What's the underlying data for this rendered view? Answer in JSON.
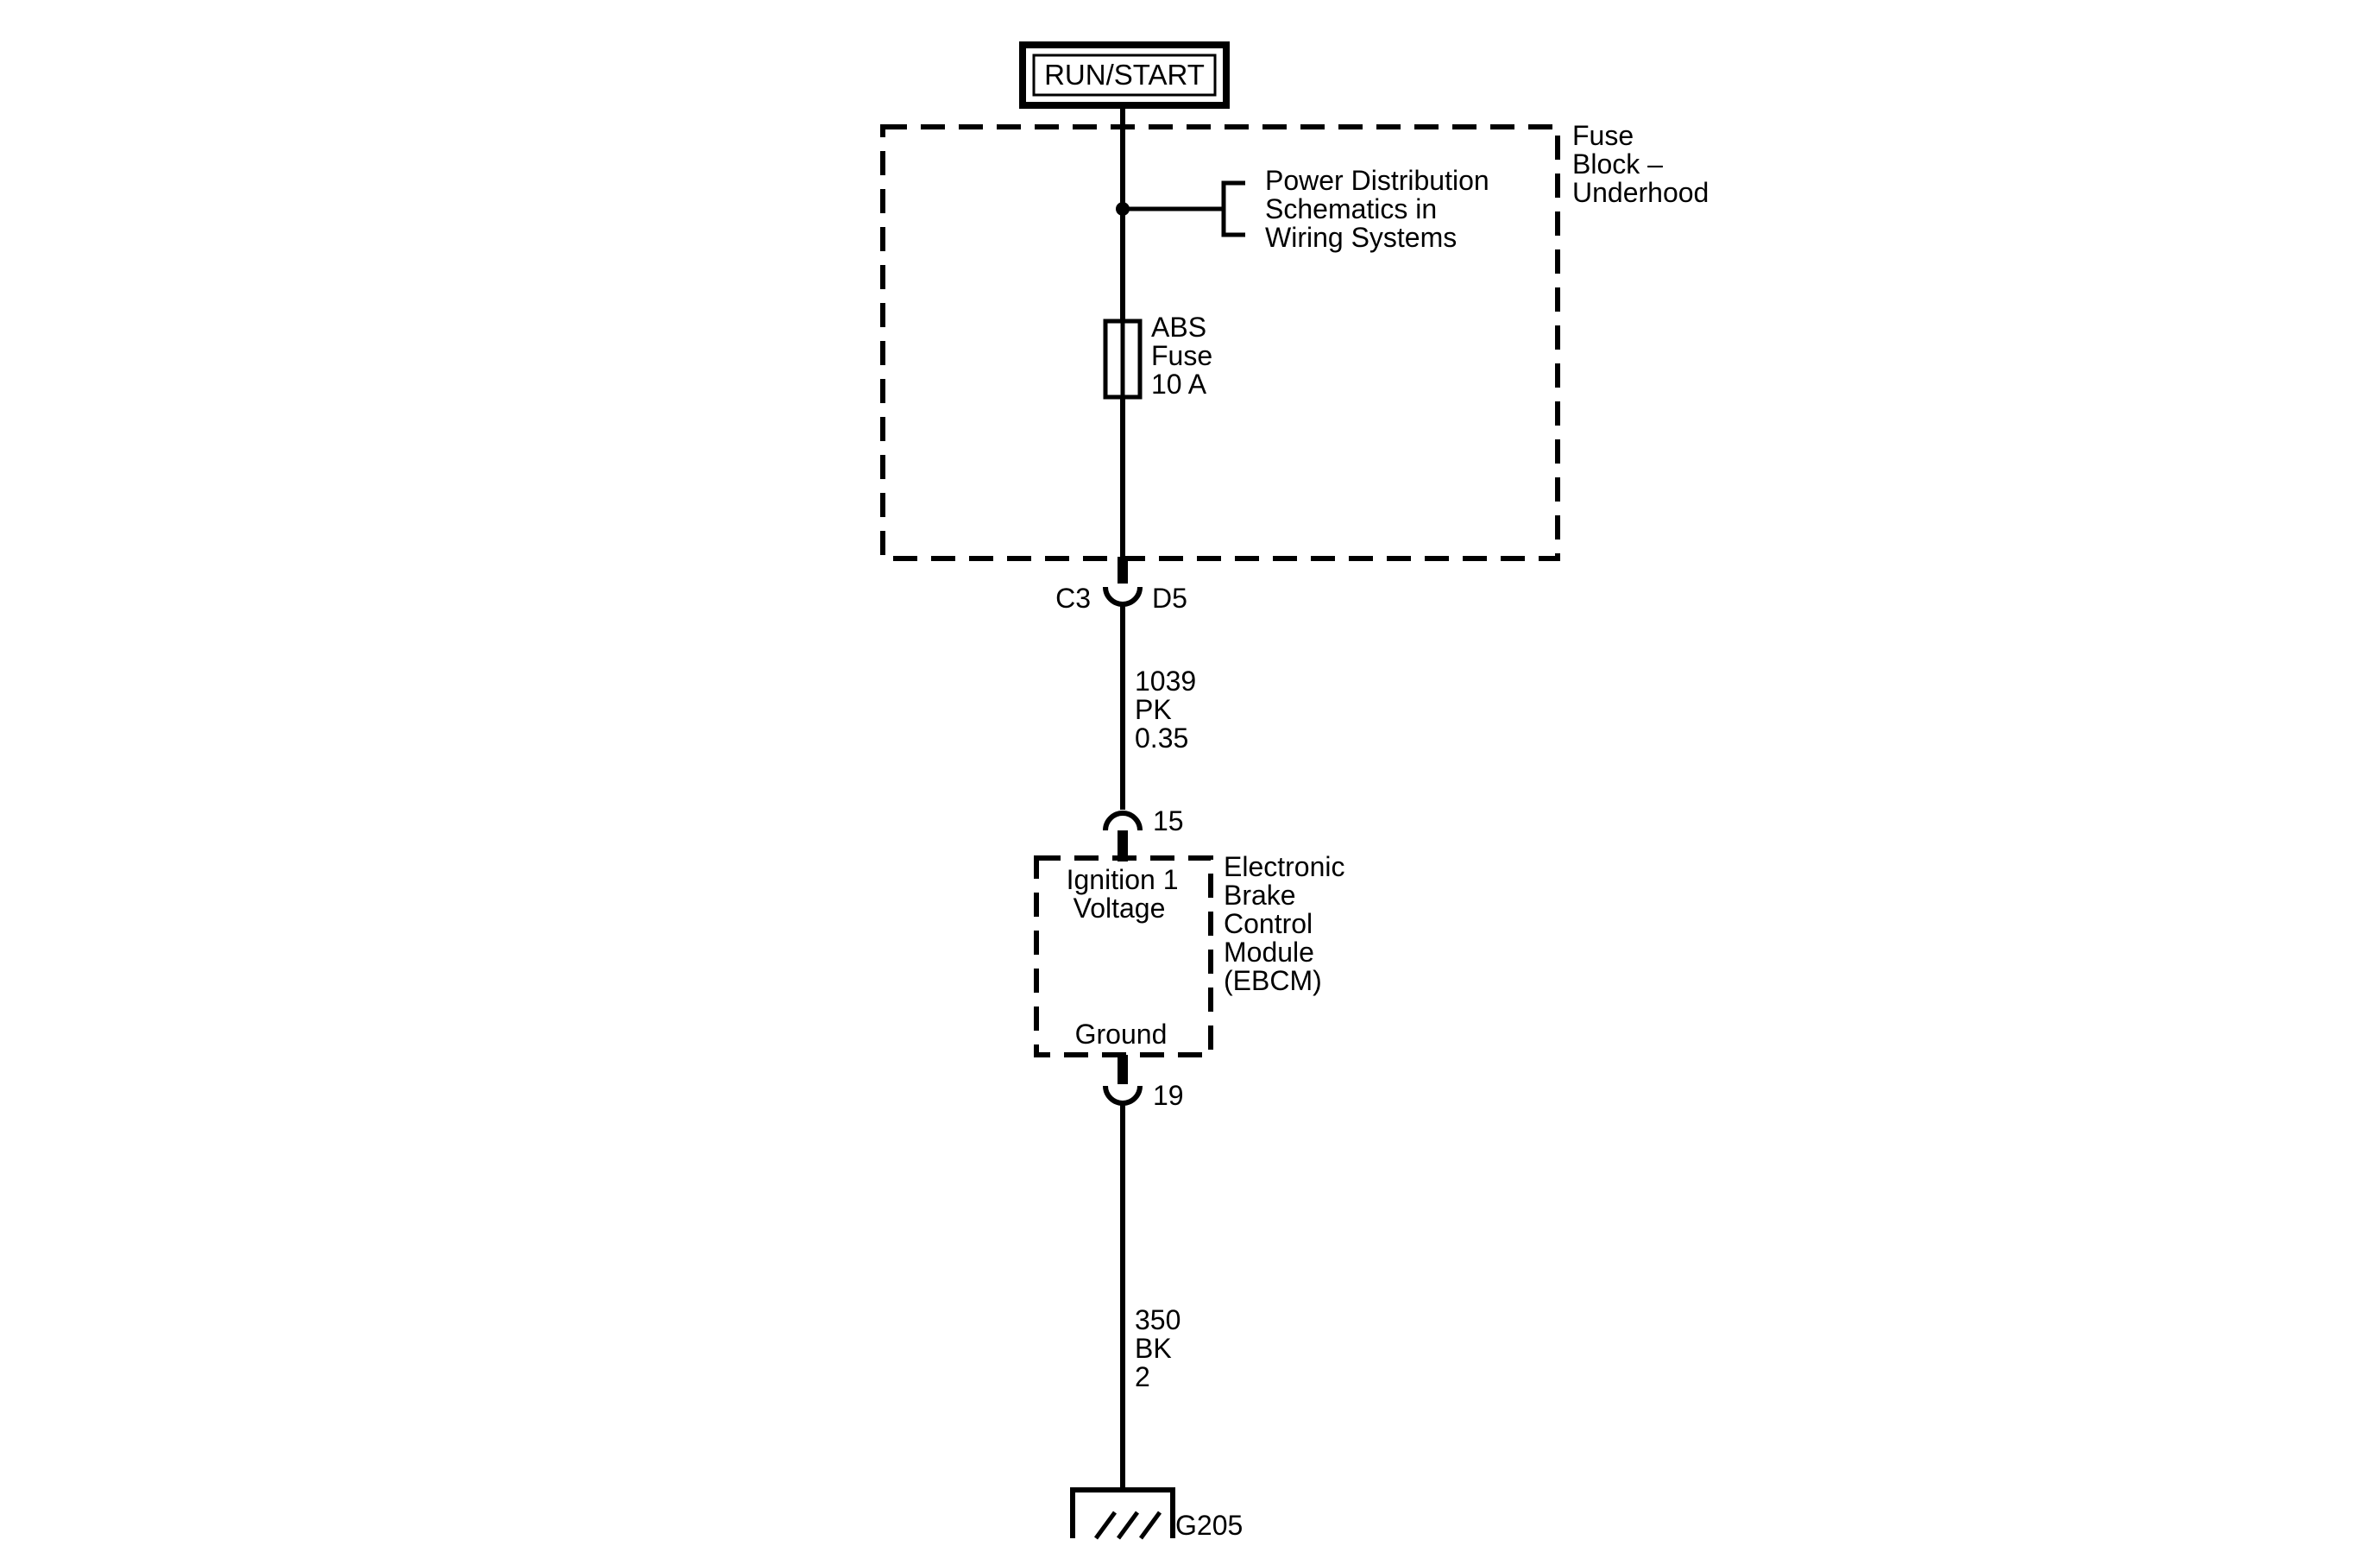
{
  "power_source": {
    "label": "RUN/START"
  },
  "fuse_block": {
    "name_lines": [
      "Fuse",
      "Block –",
      "Underhood"
    ],
    "reference_lines": [
      "Power Distribution",
      "Schematics in",
      "Wiring Systems"
    ],
    "fuse": {
      "lines": [
        "ABS",
        "Fuse",
        "10 A"
      ]
    },
    "connector": {
      "id": "C3",
      "pin": "D5"
    }
  },
  "wire_1": {
    "lines": [
      "1039",
      "PK",
      "0.35"
    ]
  },
  "module": {
    "name_lines": [
      "Electronic",
      "Brake",
      "Control",
      "Module",
      "(EBCM)"
    ],
    "input_lines": [
      "Ignition 1",
      "Voltage"
    ],
    "input_pin": "15",
    "ground_label": "Ground",
    "ground_pin": "19"
  },
  "wire_2": {
    "lines": [
      "350",
      "BK",
      "2"
    ]
  },
  "ground_point": {
    "label": "G205"
  }
}
